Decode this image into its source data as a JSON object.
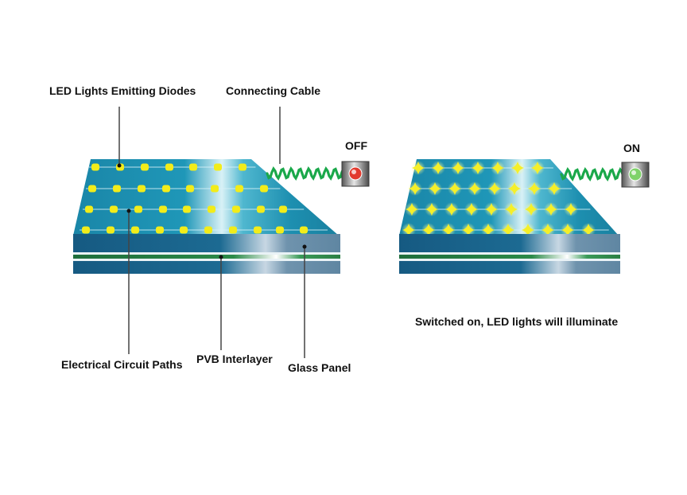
{
  "labels": {
    "led_lights": "LED Lights Emitting Diodes",
    "connecting_cable": "Connecting Cable",
    "off": "OFF",
    "on": "ON",
    "circuit_paths": "Electrical Circuit Paths",
    "pvb_interlayer": "PVB Interlayer",
    "glass_panel": "Glass Panel",
    "caption": "Switched on, LED lights will illuminate"
  },
  "colors": {
    "panel_teal": "#1f93b4",
    "panel_dark": "#15607f",
    "led_off": "#f2ec1a",
    "led_on": "#f5ef2a",
    "cable": "#1aa84a",
    "indicator_off": "#e23a2e",
    "indicator_on": "#7fd26a",
    "leader_line": "#444444"
  },
  "icons": {
    "off_indicator": "red-light-icon",
    "on_indicator": "green-light-icon",
    "led_off": "dot-icon",
    "led_on": "sparkle-icon"
  },
  "states": {
    "left_panel": "off",
    "right_panel": "on"
  }
}
